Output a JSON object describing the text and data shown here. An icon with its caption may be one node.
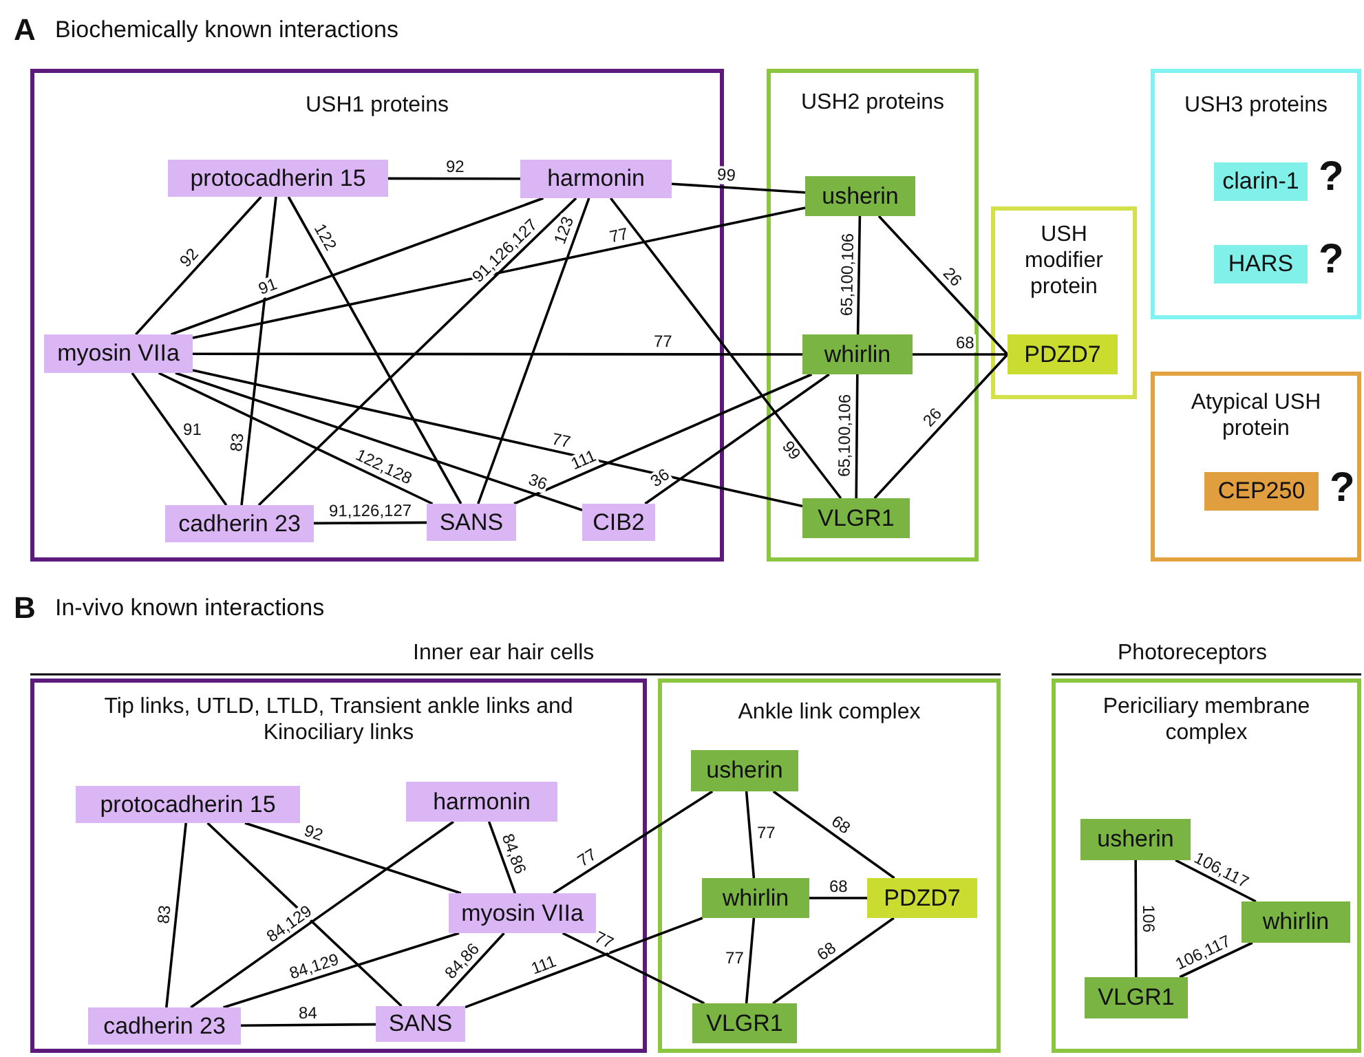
{
  "diagram": {
    "nodes": [
      {
        "text": [
          "USH1 proteins"
        ]
      },
      {
        "text": [
          "protocadherin 15"
        ],
        "in": 0
      },
      {
        "text": [
          "harmonin"
        ],
        "in": 0
      },
      {
        "text": [
          "myosin VIIa"
        ],
        "in": 0
      },
      {
        "text": [
          "cadherin 23"
        ],
        "in": 0
      },
      {
        "text": [
          "SANS"
        ],
        "in": 0
      },
      {
        "text": [
          "CIB2"
        ],
        "in": 0
      },
      {
        "text": [
          "USH2 proteins"
        ]
      },
      {
        "text": [
          "usherin"
        ],
        "in": 7
      },
      {
        "text": [
          "whirlin"
        ],
        "in": 7
      },
      {
        "text": [
          "VLGR1"
        ],
        "in": 7
      },
      {
        "text": [
          "USH modifier protein"
        ]
      },
      {
        "text": [
          "PDZD7"
        ],
        "in": 11
      },
      {
        "text": [
          "USH3 proteins"
        ]
      },
      {
        "text": [
          "clarin-1"
        ],
        "in": 13,
        "beside": [
          "?"
        ]
      },
      {
        "text": [
          "HARS"
        ],
        "in": 13,
        "beside": [
          "?"
        ]
      },
      {
        "text": [
          "Atypical USH protein"
        ]
      },
      {
        "text": [
          "CEP250"
        ],
        "in": 16,
        "beside": [
          "?"
        ]
      },
      {
        "text": [
          "Tip links, UTLD, LTLD, Transient ankle links and Kinociliary links"
        ]
      },
      {
        "text": [
          "protocadherin 15"
        ],
        "in": 18
      },
      {
        "text": [
          "harmonin"
        ],
        "in": 18
      },
      {
        "text": [
          "myosin VIIa"
        ],
        "in": 18
      },
      {
        "text": [
          "cadherin 23"
        ],
        "in": 18
      },
      {
        "text": [
          "SANS"
        ],
        "in": 18
      },
      {
        "text": [
          "Ankle link complex"
        ]
      },
      {
        "text": [
          "usherin"
        ],
        "in": 24
      },
      {
        "text": [
          "whirlin"
        ],
        "in": 24
      },
      {
        "text": [
          "PDZD7"
        ],
        "in": 24
      },
      {
        "text": [
          "VLGR1"
        ],
        "in": 24
      },
      {
        "text": [
          "Periciliary membrane complex"
        ]
      },
      {
        "text": [
          "usherin"
        ],
        "in": 29
      },
      {
        "text": [
          "whirlin"
        ],
        "in": 29
      },
      {
        "text": [
          "VLGR1"
        ],
        "in": 29
      }
    ],
    "edges": [
      {
        "from": 1,
        "to": 2,
        "arrow": "none",
        "label": "92"
      },
      {
        "from": 1,
        "to": 3,
        "arrow": "none",
        "label": "92"
      },
      {
        "from": 3,
        "to": 2,
        "arrow": "none",
        "label": "91"
      },
      {
        "from": 3,
        "to": 8,
        "arrow": "none",
        "label": "77"
      },
      {
        "from": 1,
        "to": 4,
        "arrow": "none",
        "label": "83"
      },
      {
        "from": 1,
        "to": 5,
        "arrow": "none",
        "label": "122"
      },
      {
        "from": 2,
        "to": 4,
        "arrow": "none",
        "label": "91,126,127"
      },
      {
        "from": 2,
        "to": 5,
        "arrow": "none",
        "label": "123"
      },
      {
        "from": 2,
        "to": 8,
        "arrow": "none",
        "label": "99"
      },
      {
        "from": 2,
        "to": 10,
        "arrow": "none",
        "label": "99"
      },
      {
        "from": 3,
        "to": 9,
        "arrow": "none",
        "label": "77"
      },
      {
        "from": 3,
        "to": 10,
        "arrow": "none",
        "label": "77"
      },
      {
        "from": 3,
        "to": 6,
        "arrow": "none",
        "label": "36"
      },
      {
        "from": 3,
        "to": 5,
        "arrow": "none",
        "label": "122,128"
      },
      {
        "from": 3,
        "to": 4,
        "arrow": "none",
        "label": "91"
      },
      {
        "from": 4,
        "to": 5,
        "arrow": "none",
        "label": "91,126,127"
      },
      {
        "from": 5,
        "to": 9,
        "arrow": "none",
        "label": "111"
      },
      {
        "from": 6,
        "to": 9,
        "arrow": "none",
        "label": "36"
      },
      {
        "from": 8,
        "to": 9,
        "arrow": "none",
        "label": "65,100,106"
      },
      {
        "from": 9,
        "to": 10,
        "arrow": "none",
        "label": "65,100,106"
      },
      {
        "from": 8,
        "to": 12,
        "arrow": "none",
        "label": "26"
      },
      {
        "from": 9,
        "to": 12,
        "arrow": "none",
        "label": "68"
      },
      {
        "from": 10,
        "to": 12,
        "arrow": "none",
        "label": "26"
      },
      {
        "from": 19,
        "to": 22,
        "arrow": "none",
        "label": "83"
      },
      {
        "from": 19,
        "to": 21,
        "arrow": "none",
        "label": "92"
      },
      {
        "from": 19,
        "to": 23,
        "arrow": "none"
      },
      {
        "from": 20,
        "to": 22,
        "arrow": "none",
        "label": "84,129"
      },
      {
        "from": 20,
        "to": 21,
        "arrow": "none",
        "label": "84,86"
      },
      {
        "from": 21,
        "to": 22,
        "arrow": "none",
        "label": "84,129"
      },
      {
        "from": 22,
        "to": 23,
        "arrow": "none",
        "label": "84"
      },
      {
        "from": 21,
        "to": 23,
        "arrow": "none",
        "label": "84,86"
      },
      {
        "from": 21,
        "to": 25,
        "arrow": "none",
        "label": "77"
      },
      {
        "from": 21,
        "to": 28,
        "arrow": "none",
        "label": "77"
      },
      {
        "from": 23,
        "to": 26,
        "arrow": "none",
        "label": "111"
      },
      {
        "from": 25,
        "to": 26,
        "arrow": "none",
        "label": "77"
      },
      {
        "from": 25,
        "to": 27,
        "arrow": "none",
        "label": "68"
      },
      {
        "from": 26,
        "to": 27,
        "arrow": "none",
        "label": "68"
      },
      {
        "from": 26,
        "to": 28,
        "arrow": "none",
        "label": "77"
      },
      {
        "from": 27,
        "to": 28,
        "arrow": "none",
        "label": "68"
      },
      {
        "from": 30,
        "to": 32,
        "arrow": "none",
        "label": "106"
      },
      {
        "from": 30,
        "to": 31,
        "arrow": "none",
        "label": "106,117"
      },
      {
        "from": 32,
        "to": 31,
        "arrow": "none",
        "label": "106,117"
      }
    ],
    "labels": [
      "A",
      "Biochemically known interactions",
      "B",
      "In-vivo known interactions",
      "Inner ear hair cells",
      "Photoreceptors"
    ]
  }
}
